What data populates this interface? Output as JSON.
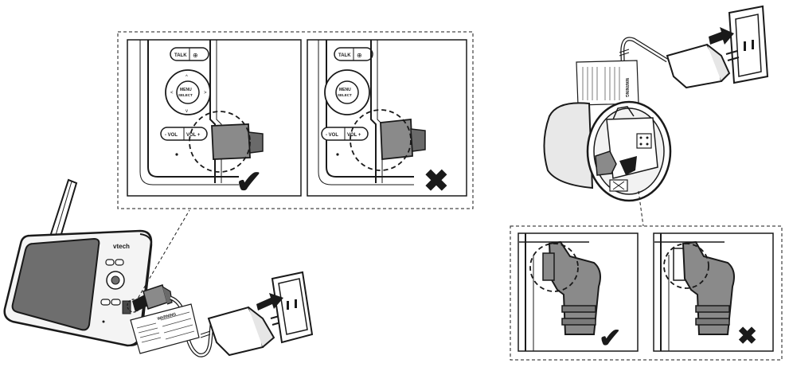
{
  "labels": {
    "talk": "TALK",
    "menu": "MENU",
    "select": "SELECT",
    "vol_minus": "- VOL",
    "vol_plus": "VOL +",
    "brand": "vtech",
    "warning": "WARNING"
  },
  "marks": {
    "check": "✔",
    "cross": "✖"
  },
  "colors": {
    "ink": "#1a1a1a",
    "plug_gray": "#8a8a8a",
    "screen": "#6e6e6e"
  }
}
